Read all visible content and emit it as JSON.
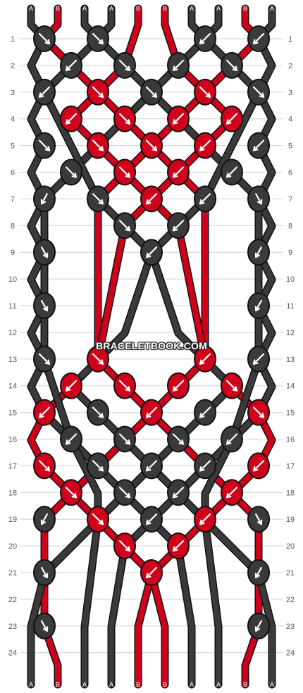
{
  "site": {
    "watermark": "BRACELETBOOK.COM"
  },
  "colors": {
    "A": "#3a3a3a",
    "B": "#d0021b"
  },
  "strands": {
    "top": [
      "A",
      "B",
      "A",
      "A",
      "B",
      "B",
      "A",
      "A",
      "B",
      "A"
    ],
    "bottom": [
      "A",
      "B",
      "A",
      "A",
      "B",
      "B",
      "A",
      "A",
      "B",
      "A"
    ]
  },
  "rows": {
    "labels": [
      "1",
      "2",
      "3",
      "4",
      "5",
      "6",
      "7",
      "8",
      "9",
      "10",
      "11",
      "12",
      "13",
      "14",
      "15",
      "16",
      "17",
      "18",
      "19",
      "20",
      "21",
      "22",
      "23",
      "24"
    ]
  },
  "knots": [
    [
      {
        "c": "A",
        "d": "se"
      },
      {
        "c": "A",
        "d": "se"
      },
      {
        "c": "A",
        "d": "sw"
      },
      {
        "c": "A",
        "d": "sw"
      }
    ],
    [
      {
        "c": "A",
        "d": "sw"
      },
      {
        "c": "A",
        "d": "se"
      },
      {
        "c": "A",
        "d": "sw"
      },
      {
        "c": "A",
        "d": "se"
      },
      {
        "c": "A",
        "d": "sw"
      }
    ],
    [
      {
        "c": "A",
        "d": "sw"
      },
      {
        "c": "B",
        "d": "se"
      },
      {
        "c": "A",
        "d": "se"
      },
      {
        "c": "B",
        "d": "se"
      },
      {
        "c": "A",
        "d": "se"
      }
    ],
    [
      {
        "c": "B",
        "d": "sw"
      },
      {
        "c": "B",
        "d": "se"
      },
      {
        "c": "B",
        "d": "sw"
      },
      {
        "c": "B",
        "d": "sw"
      }
    ],
    [
      {
        "c": "A",
        "d": "se"
      },
      {
        "c": "B",
        "d": "se"
      },
      {
        "c": "B",
        "d": "se"
      },
      {
        "c": "B",
        "d": "sw"
      },
      {
        "c": "A",
        "d": "sw"
      }
    ],
    [
      {
        "c": "A",
        "d": "se"
      },
      {
        "c": "B",
        "d": "se"
      },
      {
        "c": "B",
        "d": "sw"
      },
      {
        "c": "A",
        "d": "sw"
      }
    ],
    [
      {
        "c": "A",
        "d": "ssw"
      },
      {
        "c": "A",
        "d": "se"
      },
      {
        "c": "B",
        "d": "sw"
      },
      {
        "c": "A",
        "d": "sw"
      },
      {
        "c": "A",
        "d": "sse"
      }
    ],
    [
      {
        "c": "A",
        "d": "se"
      },
      {
        "c": "A",
        "d": "sw"
      }
    ],
    [
      {
        "c": "A",
        "d": "sse"
      },
      {
        "c": "A",
        "d": "sw"
      },
      {
        "c": "A",
        "d": "ssw"
      }
    ],
    [],
    [
      {
        "c": "A",
        "d": "sse"
      },
      {
        "c": "A",
        "d": "ssw"
      }
    ],
    [],
    [
      {
        "c": "A",
        "d": "se"
      },
      {
        "c": "B",
        "d": "se"
      },
      {
        "c": "B",
        "d": "sw"
      },
      {
        "c": "A",
        "d": "sw"
      }
    ],
    [
      {
        "c": "B",
        "d": "sw"
      },
      {
        "c": "B",
        "d": "se"
      },
      {
        "c": "B",
        "d": "sw"
      },
      {
        "c": "B",
        "d": "se"
      }
    ],
    [
      {
        "c": "B",
        "d": "sw"
      },
      {
        "c": "A",
        "d": "se"
      },
      {
        "c": "B",
        "d": "sw"
      },
      {
        "c": "A",
        "d": "sw"
      },
      {
        "c": "B",
        "d": "se"
      }
    ],
    [
      {
        "c": "A",
        "d": "sw"
      },
      {
        "c": "A",
        "d": "se"
      },
      {
        "c": "A",
        "d": "se"
      },
      {
        "c": "A",
        "d": "sw"
      }
    ],
    [
      {
        "c": "B",
        "d": "se"
      },
      {
        "c": "A",
        "d": "se"
      },
      {
        "c": "A",
        "d": "sw"
      },
      {
        "c": "A",
        "d": "sw"
      },
      {
        "c": "B",
        "d": "sw"
      }
    ],
    [
      {
        "c": "B",
        "d": "se"
      },
      {
        "c": "A",
        "d": "se"
      },
      {
        "c": "A",
        "d": "sw"
      },
      {
        "c": "B",
        "d": "sw"
      }
    ],
    [
      {
        "c": "A",
        "d": "ssw"
      },
      {
        "c": "B",
        "d": "se"
      },
      {
        "c": "A",
        "d": "sw"
      },
      {
        "c": "B",
        "d": "sw"
      },
      {
        "c": "A",
        "d": "sse"
      }
    ],
    [
      {
        "c": "B",
        "d": "se"
      },
      {
        "c": "B",
        "d": "sw"
      }
    ],
    [
      {
        "c": "A",
        "d": "sse"
      },
      {
        "c": "B",
        "d": "sw"
      },
      {
        "c": "A",
        "d": "ssw"
      }
    ],
    [],
    [
      {
        "c": "A",
        "d": "sse"
      },
      {
        "c": "A",
        "d": "ssw"
      }
    ],
    []
  ]
}
